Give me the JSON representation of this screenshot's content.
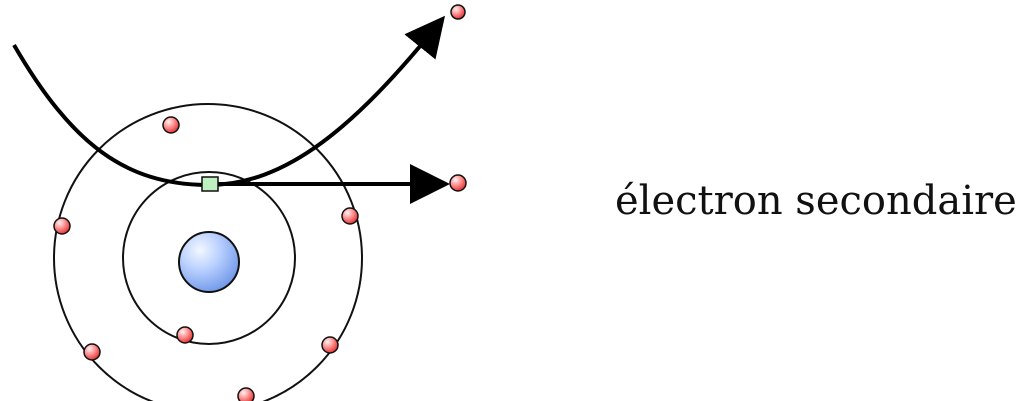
{
  "label": {
    "text": "électron secondaire"
  },
  "colors": {
    "background": "#ffffff",
    "line": "#000000",
    "nucleus_light": "#eaf2ff",
    "nucleus_dark": "#6f96e8",
    "electron_light": "#ffd0d0",
    "electron_dark": "#e43131",
    "impact_marker": "#bff0bf"
  },
  "diagram": {
    "inner_shell_electrons": 1,
    "outer_shell_electrons": 6,
    "ejected_electrons": 2
  }
}
